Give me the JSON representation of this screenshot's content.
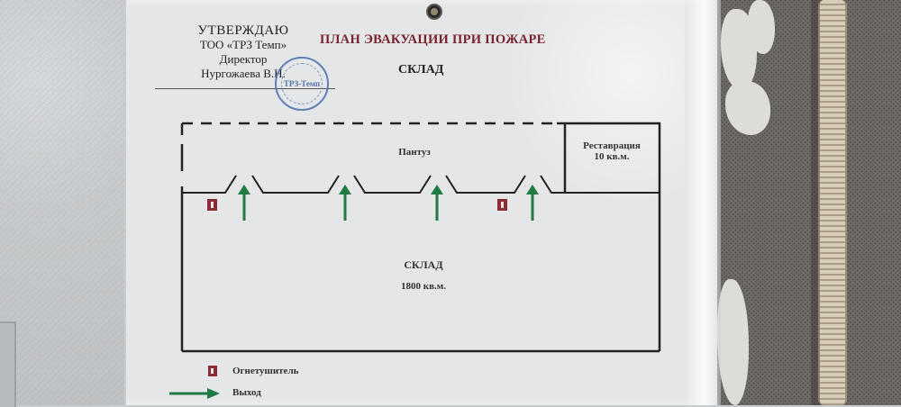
{
  "approval": {
    "line1": "УТВЕРЖДАЮ",
    "line2": "ТОО «ТРЗ Темп»",
    "line3": "Директор",
    "line4": "Нургожаева В.Н."
  },
  "stamp": {
    "text": "ТРЗ-Темп"
  },
  "header": {
    "title": "ПЛАН ЭВАКУАЦИИ ПРИ ПОЖАРЕ",
    "subtitle": "СКЛАД"
  },
  "rooms": {
    "corridor": {
      "label": "Пантуз"
    },
    "restoration": {
      "label": "Реставрация",
      "area": "10 кв.м."
    },
    "warehouse": {
      "label": "СКЛАД",
      "area": "1800 кв.м."
    }
  },
  "legend": {
    "extinguisher": "Огнетушитель",
    "exit": "Выход"
  },
  "colors": {
    "title_red": "#7a2330",
    "exit_green": "#1f7a43",
    "extinguisher_red": "#8a2b36",
    "stamp_blue": "#3c5ea0"
  }
}
